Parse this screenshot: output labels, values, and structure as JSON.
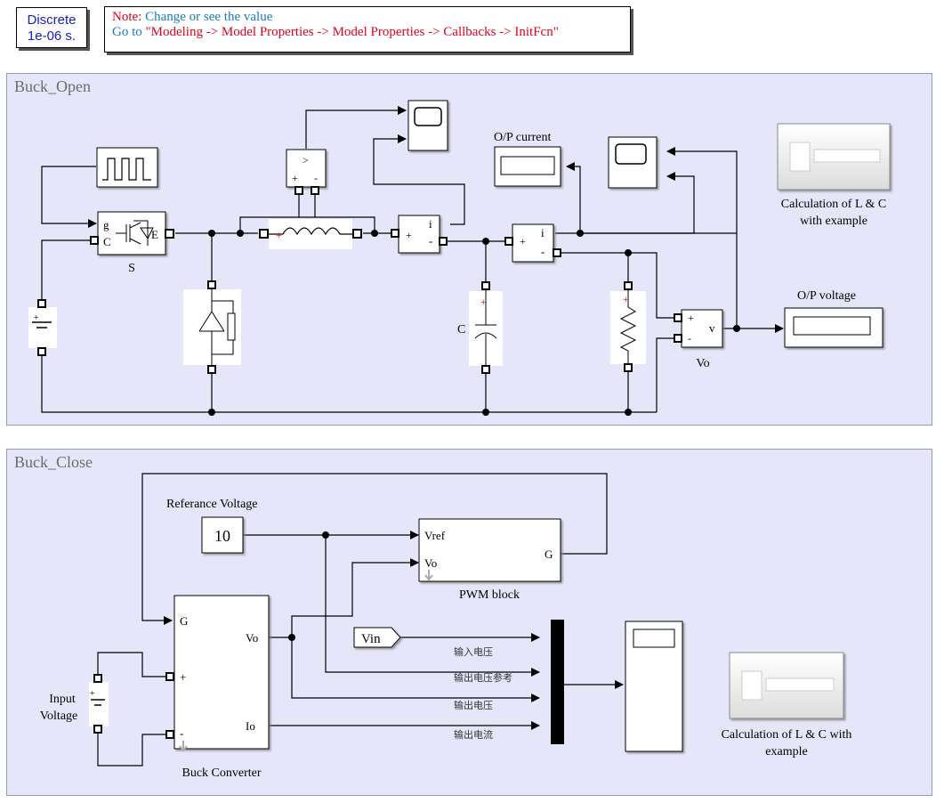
{
  "powergui": {
    "line1": "Discrete",
    "line2": "1e-06 s."
  },
  "note": {
    "prefix": "Note:",
    "line1": " Change or see the value",
    "goto": "Go to",
    "path": " \"Modeling -> Model Properties -> Model Properties -> Callbacks -> InitFcn\""
  },
  "open": {
    "title": "Buck_Open",
    "switch_label": "S",
    "switch_port_g": "g",
    "switch_port_c": "C",
    "switch_port_e": "E",
    "op_current_label": "O/P current",
    "op_voltage_label": "O/P voltage",
    "cap_label": "C",
    "vo_label": "Vo",
    "vm_port": "v",
    "cm_port": "i",
    "gt_symbol": ">",
    "calc_label_1": "Calculation of  L & C",
    "calc_label_2": "with example"
  },
  "close": {
    "title": "Buck_Close",
    "ref_label": "Referance Voltage",
    "ref_value": "10",
    "pwm_label": "PWM block",
    "pwm_in1": "Vref",
    "pwm_in2": "Vo",
    "pwm_out": "G",
    "conv_label": "Buck Converter",
    "conv_g": "G",
    "conv_plus": "+",
    "conv_minus": "-",
    "conv_vo": "Vo",
    "conv_io": "Io",
    "vin_tag": "Vin",
    "input_label_1": "Input",
    "input_label_2": "Voltage",
    "sig1": "输入电压",
    "sig2": "输出电压参考",
    "sig3": "输出电压",
    "sig4": "输出电流",
    "calc_label_1": "Calculation of L & C with",
    "calc_label_2": "example"
  },
  "colors": {
    "subsystem_bg": "#e6e6fa",
    "note_red": "#e5001b",
    "note_blue": "#1b7bc4",
    "powergui_text": "#1a1ac8"
  }
}
